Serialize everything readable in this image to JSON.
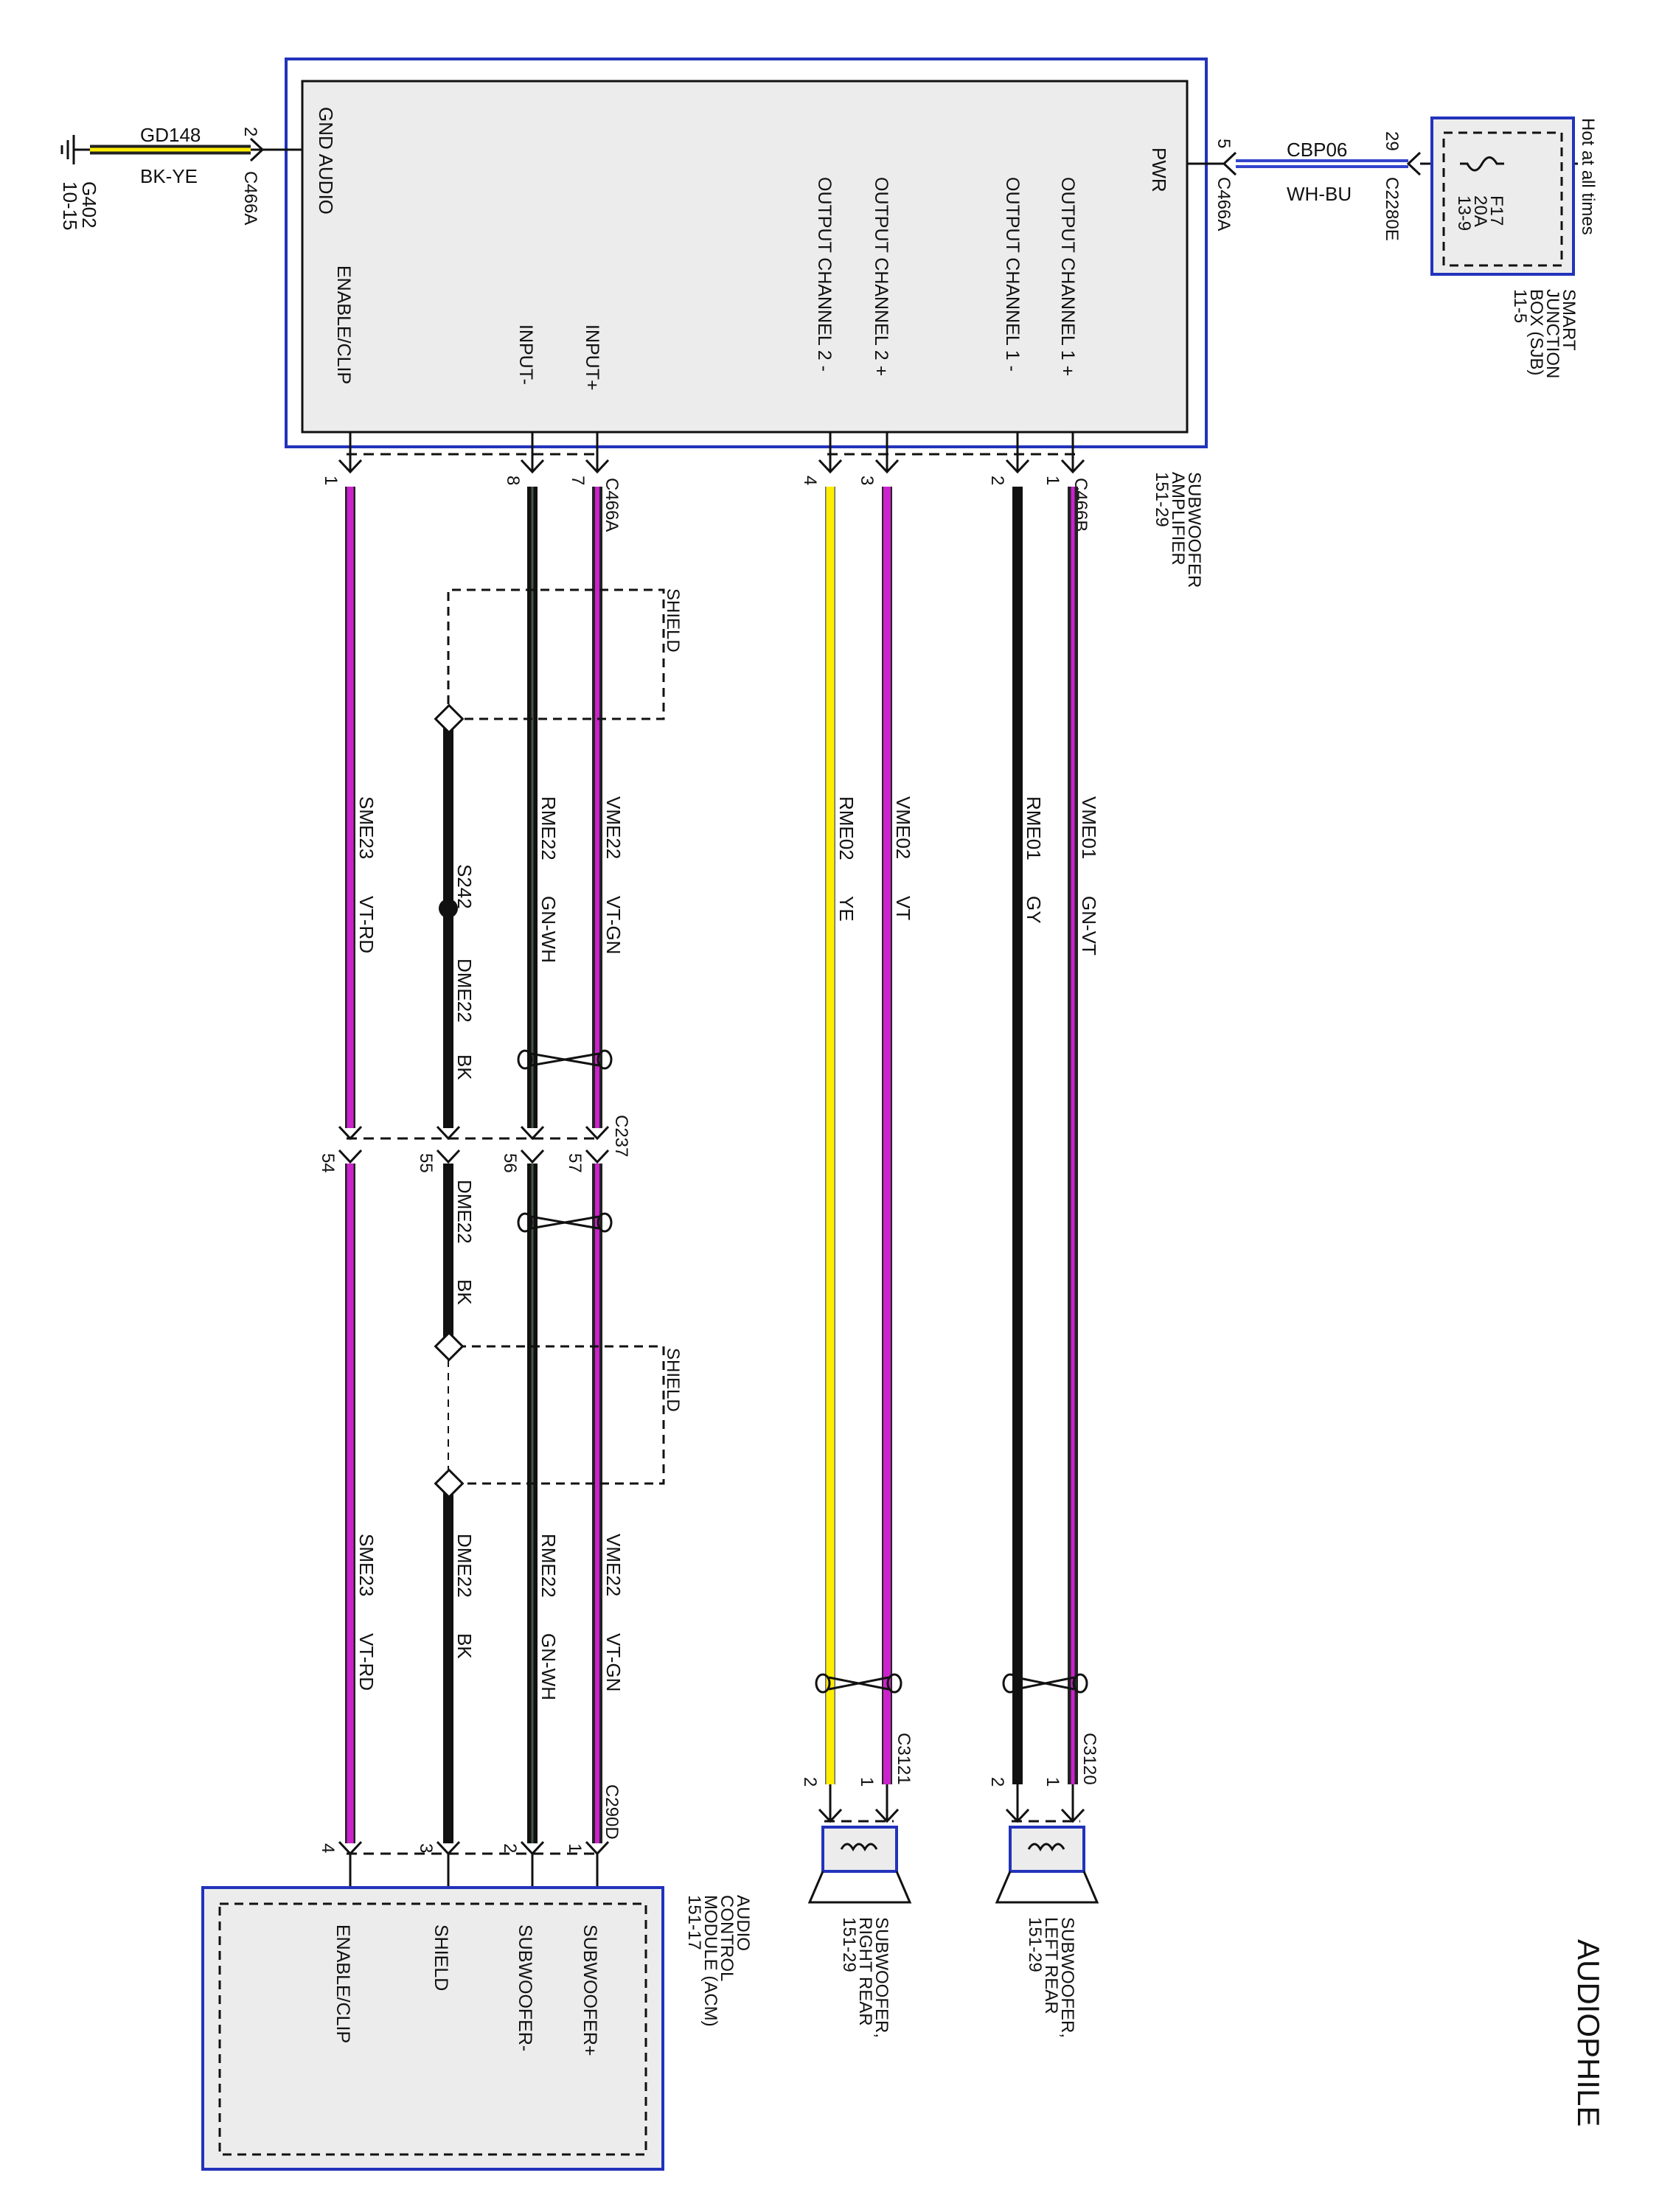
{
  "page_title": "AUDIOPHILE",
  "colors": {
    "violet": "#cc22cc",
    "yellow": "#ffee00",
    "black": "#111111",
    "blue_border": "#2233bb",
    "wire_blue": "#3344cc"
  },
  "amplifier": {
    "name_lines": [
      "SUBWOOFER",
      "AMPLIFIER",
      "151-29"
    ],
    "gnd_label": "GND AUDIO",
    "pwr_label": "PWR",
    "pins": {
      "out1p": "OUTPUT CHANNEL 1 +",
      "out1n": "OUTPUT CHANNEL 1 -",
      "out2p": "OUTPUT CHANNEL 2 +",
      "out2n": "OUTPUT CHANNEL 2 -",
      "inp": "INPUT+",
      "inn": "INPUT-",
      "enable": "ENABLE/CLIP"
    },
    "connector_c466b": "C466B",
    "connector_c466a": "C466A"
  },
  "ground": {
    "wire_code": "GD148",
    "wire_color": "BK-YE",
    "pin": "2",
    "connector": "C466A",
    "ground_id": "G402",
    "ground_page": "10-15"
  },
  "power": {
    "wire_code": "CBP06",
    "wire_color": "WH-BU",
    "amp_pin": "5",
    "amp_connector": "C466A",
    "sjb_pin": "29",
    "sjb_connector": "C2280E",
    "hot_label": "Hot at all times",
    "fuse": {
      "id": "F17",
      "rating": "20A",
      "ref": "13-9"
    },
    "sjb_name_lines": [
      "SMART",
      "JUNCTION",
      "BOX (SJB)",
      "11-5"
    ]
  },
  "speaker_wires": {
    "out1p": {
      "pin": "1",
      "code": "VME01",
      "color": "GN-VT",
      "spk_pin": "1"
    },
    "out1n": {
      "pin": "2",
      "code": "RME01",
      "color": "GY",
      "spk_pin": "2"
    },
    "out2p": {
      "pin": "3",
      "code": "VME02",
      "color": "VT",
      "spk_pin": "1"
    },
    "out2n": {
      "pin": "4",
      "code": "RME02",
      "color": "YE",
      "spk_pin": "2"
    }
  },
  "input_wires": {
    "inp": {
      "pin": "7",
      "code": "VME22",
      "color": "VT-GN",
      "c237_pin": "57",
      "acm_pin": "1"
    },
    "inn": {
      "pin": "8",
      "code": "RME22",
      "color": "GN-WH",
      "c237_pin": "56",
      "acm_pin": "2"
    },
    "shield": {
      "code": "DME22",
      "color": "BK",
      "splice": "S242",
      "c237_pin": "55",
      "acm_pin": "3"
    },
    "enable": {
      "pin": "1",
      "code": "SME23",
      "color": "VT-RD",
      "c237_pin": "54",
      "acm_pin": "4"
    }
  },
  "labels": {
    "shield": "SHIELD",
    "c237": "C237",
    "c290d": "C290D",
    "c3120": "C3120",
    "c3121": "C3121"
  },
  "speakers": {
    "left": [
      "SUBWOOFER,",
      "LEFT REAR",
      "151-29"
    ],
    "right": [
      "SUBWOOFER,",
      "RIGHT REAR",
      "151-29"
    ]
  },
  "acm": {
    "name_lines": [
      "AUDIO",
      "CONTROL",
      "MODULE (ACM)",
      "151-17"
    ],
    "pins": {
      "sub_plus": "SUBWOOFER+",
      "sub_minus": "SUBWOOFER-",
      "shield": "SHIELD",
      "enable": "ENABLE/CLIP"
    }
  }
}
